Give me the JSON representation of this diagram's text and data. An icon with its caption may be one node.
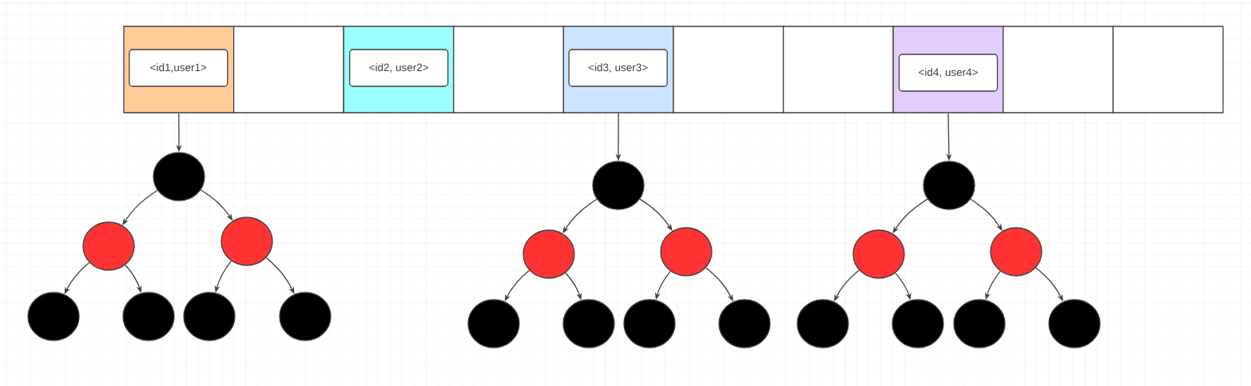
{
  "diagram": {
    "nodes": [
      {
        "text": [],
        "shape": "box"
      },
      {
        "text": [
          "<id1,user1>"
        ],
        "in": 0
      },
      {
        "text": [],
        "shape": "box"
      },
      {
        "text": [],
        "shape": "box"
      },
      {
        "text": [
          "<id2, user2>"
        ],
        "in": 3
      },
      {
        "text": [],
        "shape": "box"
      },
      {
        "text": [],
        "shape": "box"
      },
      {
        "text": [
          "<id3, user3>"
        ],
        "in": 6
      },
      {
        "text": [],
        "shape": "box"
      },
      {
        "text": [],
        "shape": "box"
      },
      {
        "text": [],
        "shape": "box"
      },
      {
        "text": [
          "<id4, user4>"
        ],
        "in": 10
      },
      {
        "text": [],
        "shape": "box"
      },
      {
        "text": [],
        "shape": "box"
      },
      {
        "text": [],
        "shape": "circle"
      },
      {
        "text": [],
        "shape": "circle"
      },
      {
        "text": [],
        "shape": "circle"
      },
      {
        "text": [],
        "shape": "circle"
      },
      {
        "text": [],
        "shape": "circle"
      },
      {
        "text": [],
        "shape": "circle"
      },
      {
        "text": [],
        "shape": "circle"
      },
      {
        "text": [],
        "shape": "circle"
      },
      {
        "text": [],
        "shape": "circle"
      },
      {
        "text": [],
        "shape": "circle"
      },
      {
        "text": [],
        "shape": "circle"
      },
      {
        "text": [],
        "shape": "circle"
      },
      {
        "text": [],
        "shape": "circle"
      },
      {
        "text": [],
        "shape": "circle"
      },
      {
        "text": [],
        "shape": "circle"
      },
      {
        "text": [],
        "shape": "circle"
      },
      {
        "text": [],
        "shape": "circle"
      },
      {
        "text": [],
        "shape": "circle"
      },
      {
        "text": [],
        "shape": "circle"
      },
      {
        "text": [],
        "shape": "circle"
      },
      {
        "text": [],
        "shape": "circle"
      }
    ],
    "edges": [
      {
        "from": 0,
        "to": 14,
        "arrow": "to"
      },
      {
        "from": 14,
        "to": 15,
        "arrow": "to"
      },
      {
        "from": 14,
        "to": 16,
        "arrow": "to"
      },
      {
        "from": 15,
        "to": 17,
        "arrow": "to"
      },
      {
        "from": 15,
        "to": 18,
        "arrow": "to"
      },
      {
        "from": 16,
        "to": 19,
        "arrow": "to"
      },
      {
        "from": 16,
        "to": 20,
        "arrow": "to"
      },
      {
        "from": 6,
        "to": 21,
        "arrow": "to"
      },
      {
        "from": 21,
        "to": 22,
        "arrow": "to"
      },
      {
        "from": 21,
        "to": 23,
        "arrow": "to"
      },
      {
        "from": 22,
        "to": 24,
        "arrow": "to"
      },
      {
        "from": 22,
        "to": 25,
        "arrow": "to"
      },
      {
        "from": 23,
        "to": 26,
        "arrow": "to"
      },
      {
        "from": 23,
        "to": 27,
        "arrow": "to"
      },
      {
        "from": 10,
        "to": 28,
        "arrow": "to"
      },
      {
        "from": 28,
        "to": 29,
        "arrow": "to"
      },
      {
        "from": 28,
        "to": 30,
        "arrow": "to"
      },
      {
        "from": 29,
        "to": 31,
        "arrow": "to"
      },
      {
        "from": 29,
        "to": 32,
        "arrow": "to"
      },
      {
        "from": 30,
        "to": 33,
        "arrow": "to"
      },
      {
        "from": 30,
        "to": 34,
        "arrow": "to"
      }
    ]
  }
}
